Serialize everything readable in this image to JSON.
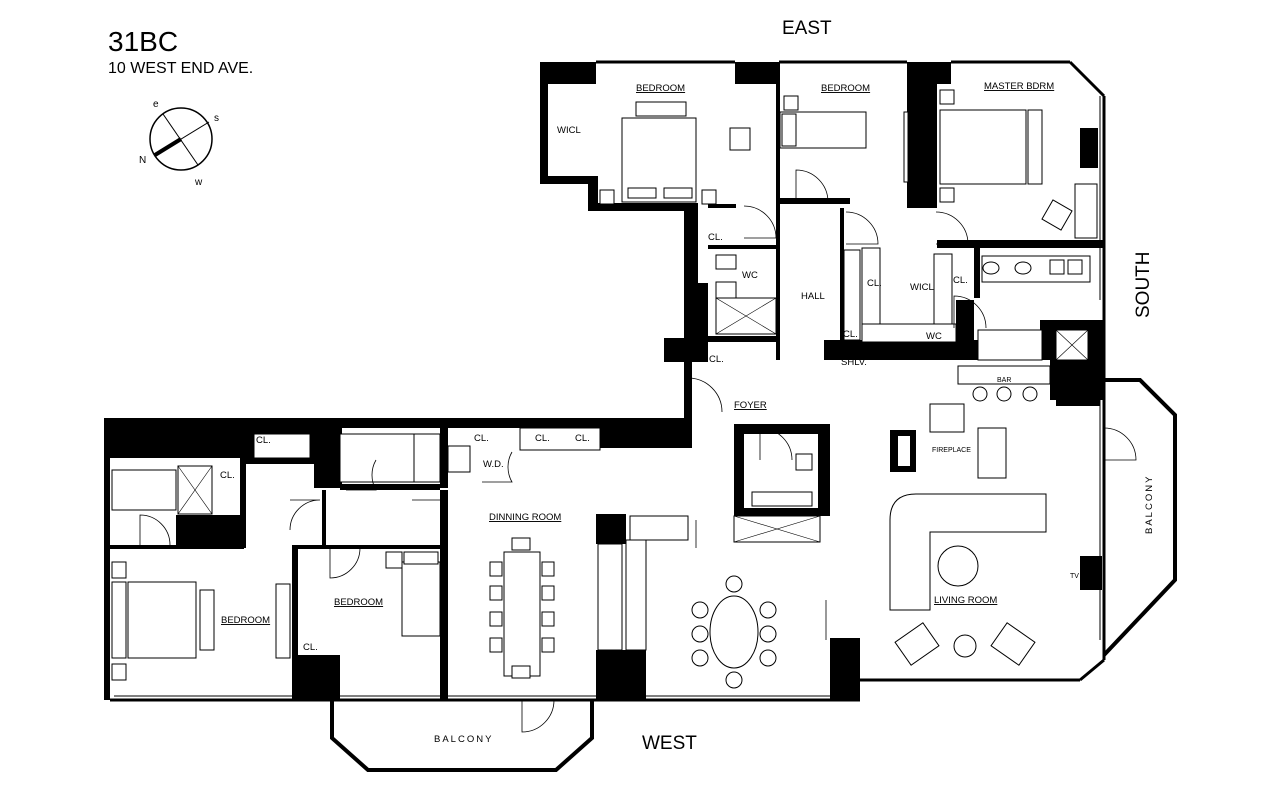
{
  "header": {
    "unit": "31BC",
    "address": "10 WEST END AVE."
  },
  "compass": {
    "north": "N",
    "east": "e",
    "south": "s",
    "west": "w"
  },
  "orientation": {
    "east": "EAST",
    "west": "WEST",
    "south": "SOUTH"
  },
  "rooms": {
    "bedroom_top": "BEDROOM",
    "bedroom_mid": "BEDROOM",
    "master": "MASTER BDRM",
    "wicl_top": "WICL",
    "wicl_mid": "WICL",
    "hall": "HALL",
    "wc_1": "WC",
    "wc_2": "WC",
    "foyer": "FOYER",
    "shlv": "SHLV.",
    "bar": "BAR",
    "fireplace": "FIREPLACE",
    "balcony_south": "BALCONY",
    "tv": "TV",
    "living_room": "LIVING ROOM",
    "dining_room": "DINNING ROOM",
    "wd": "W.D.",
    "bedroom_sw": "BEDROOM",
    "bedroom_w": "BEDROOM",
    "balcony_west": "BALCONY",
    "closet": "CL."
  }
}
